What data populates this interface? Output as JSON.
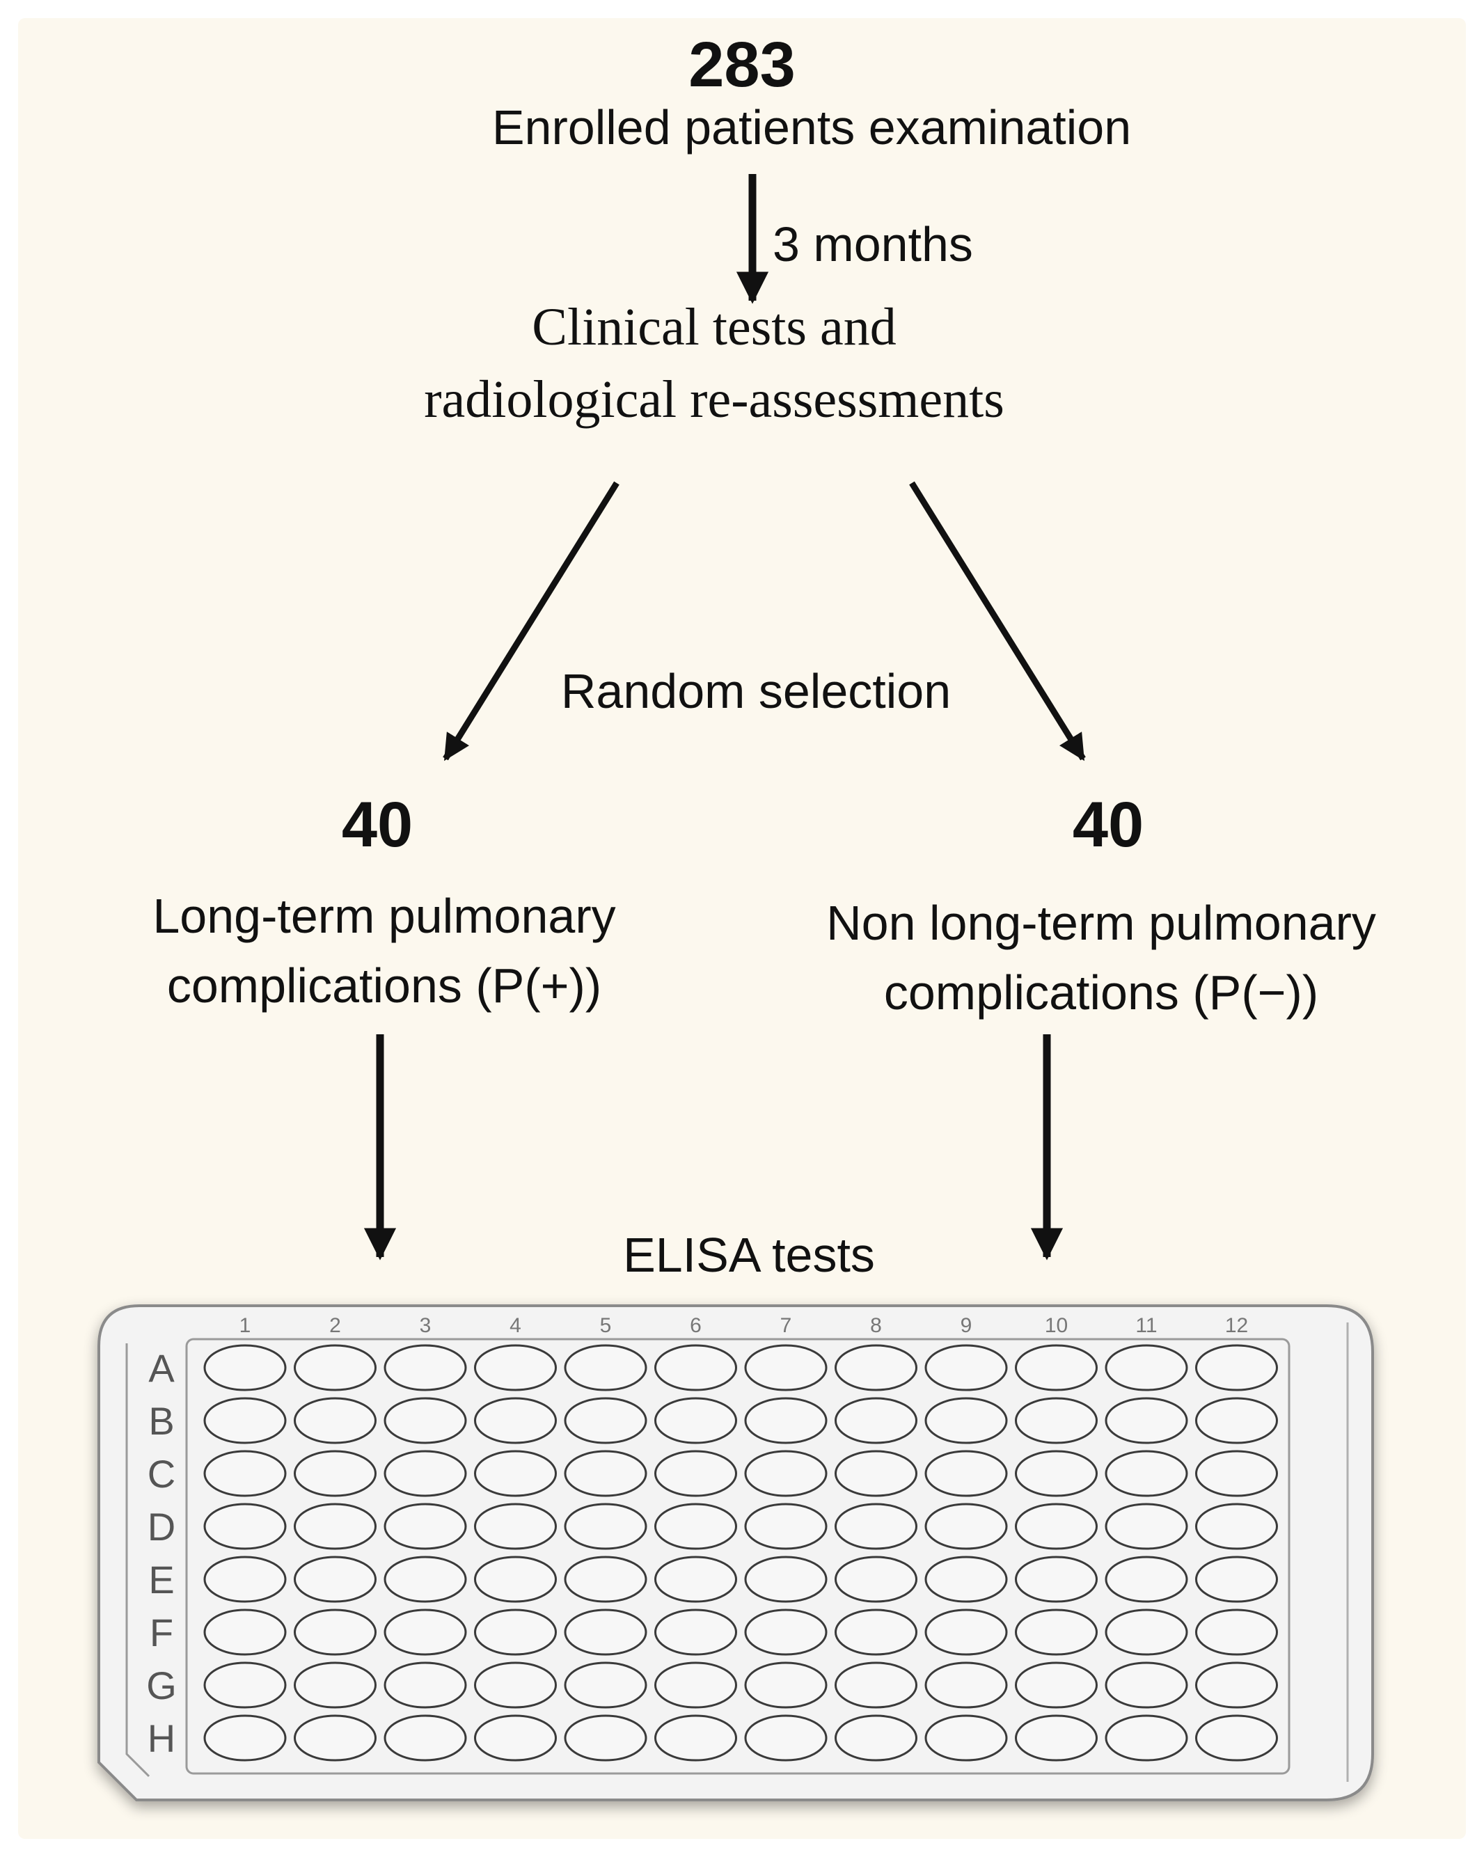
{
  "top": {
    "count": "283",
    "label": "Enrolled patients examination"
  },
  "step1_label": "3 months",
  "followup": {
    "line1": "Clinical tests and",
    "line2": "radiological re-assessments"
  },
  "split_label": "Random selection",
  "left_group": {
    "count": "40",
    "line1": "Long-term pulmonary",
    "line2": "complications (P(+))"
  },
  "right_group": {
    "count": "40",
    "line1": "Non long-term pulmonary",
    "line2": "complications (P(−))"
  },
  "assay_label": "ELISA tests",
  "plate": {
    "columns": [
      "1",
      "2",
      "3",
      "4",
      "5",
      "6",
      "7",
      "8",
      "9",
      "10",
      "11",
      "12"
    ],
    "rows": [
      "A",
      "B",
      "C",
      "D",
      "E",
      "F",
      "G",
      "H"
    ]
  },
  "colors": {
    "background": "#fcf8ee",
    "arrow": "#111111",
    "plate_fill": "#f3f3f3",
    "plate_border": "#8a8a8a",
    "well_stroke": "#3a3a3a"
  }
}
